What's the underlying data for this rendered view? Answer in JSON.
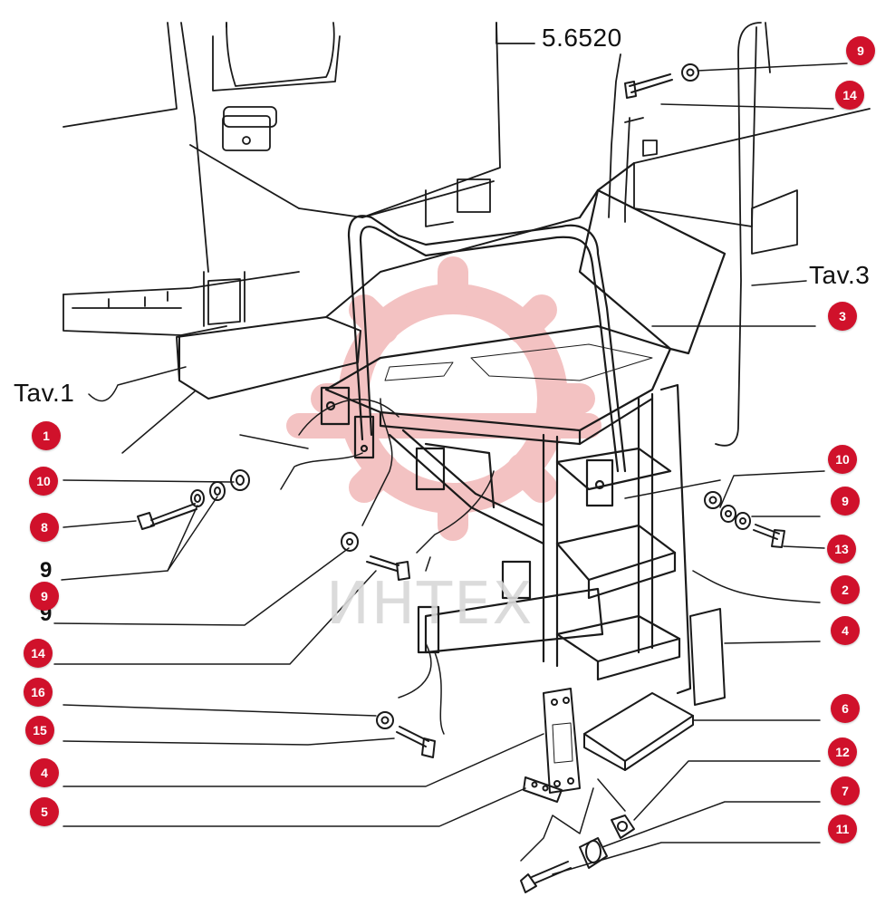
{
  "references": {
    "drawing_number": "5.6520",
    "tav_1": "Tav.1",
    "tav_3": "Tav.3"
  },
  "callouts": {
    "c01": "9",
    "c02": "14",
    "c03": "3",
    "c04": "1",
    "c05": "10",
    "c06": "10",
    "c07": "9",
    "c08": "8",
    "c09": "13",
    "c10": "2",
    "c11": "9",
    "c12": "4",
    "c13": "14",
    "c14": "6",
    "c15": "16",
    "c16": "15",
    "c17": "12",
    "c18": "4",
    "c19": "7",
    "c20": "5",
    "c21": "11"
  },
  "stray_labels": {
    "s1": "9",
    "s2": "9"
  },
  "watermark": {
    "text": "ИНТЕХ"
  },
  "colors": {
    "callout": "#d0112b",
    "line": "#1a1a1a",
    "watermark": "#f2b8b8"
  }
}
